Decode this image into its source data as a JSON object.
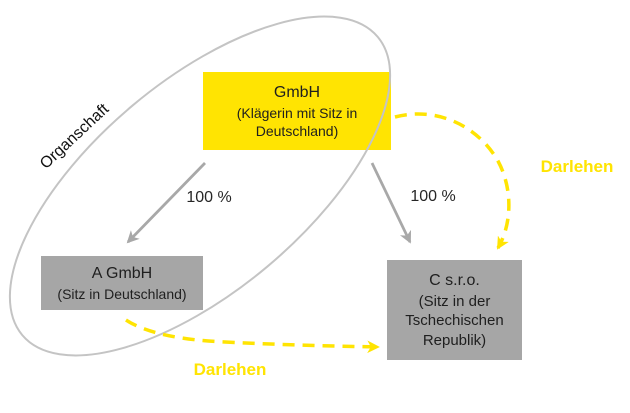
{
  "diagram": {
    "nodes": {
      "gmbh": {
        "title": "GmbH",
        "subtitle": "(Klägerin mit Sitz in Deutschland)",
        "fill": "#FFE402"
      },
      "a_gmbh": {
        "title": "A GmbH",
        "subtitle": "(Sitz in Deutschland)",
        "fill": "#A6A6A6"
      },
      "c_sro": {
        "title": "C s.r.o.",
        "subtitle": "(Sitz in der Tschechischen Republik)",
        "fill": "#A6A6A6"
      }
    },
    "labels": {
      "organschaft": "Organschaft",
      "ownership_left": "100 %",
      "ownership_right": "100 %",
      "loan_right": "Darlehen",
      "loan_bottom": "Darlehen"
    },
    "colors": {
      "loan_accent_yellow": "#FFE402",
      "node_gray": "#A6A6A6",
      "arrow_gray": "#A8A8A8",
      "ellipse_gray": "#C4C4C4",
      "text_dark": "#1f1f1f"
    }
  }
}
